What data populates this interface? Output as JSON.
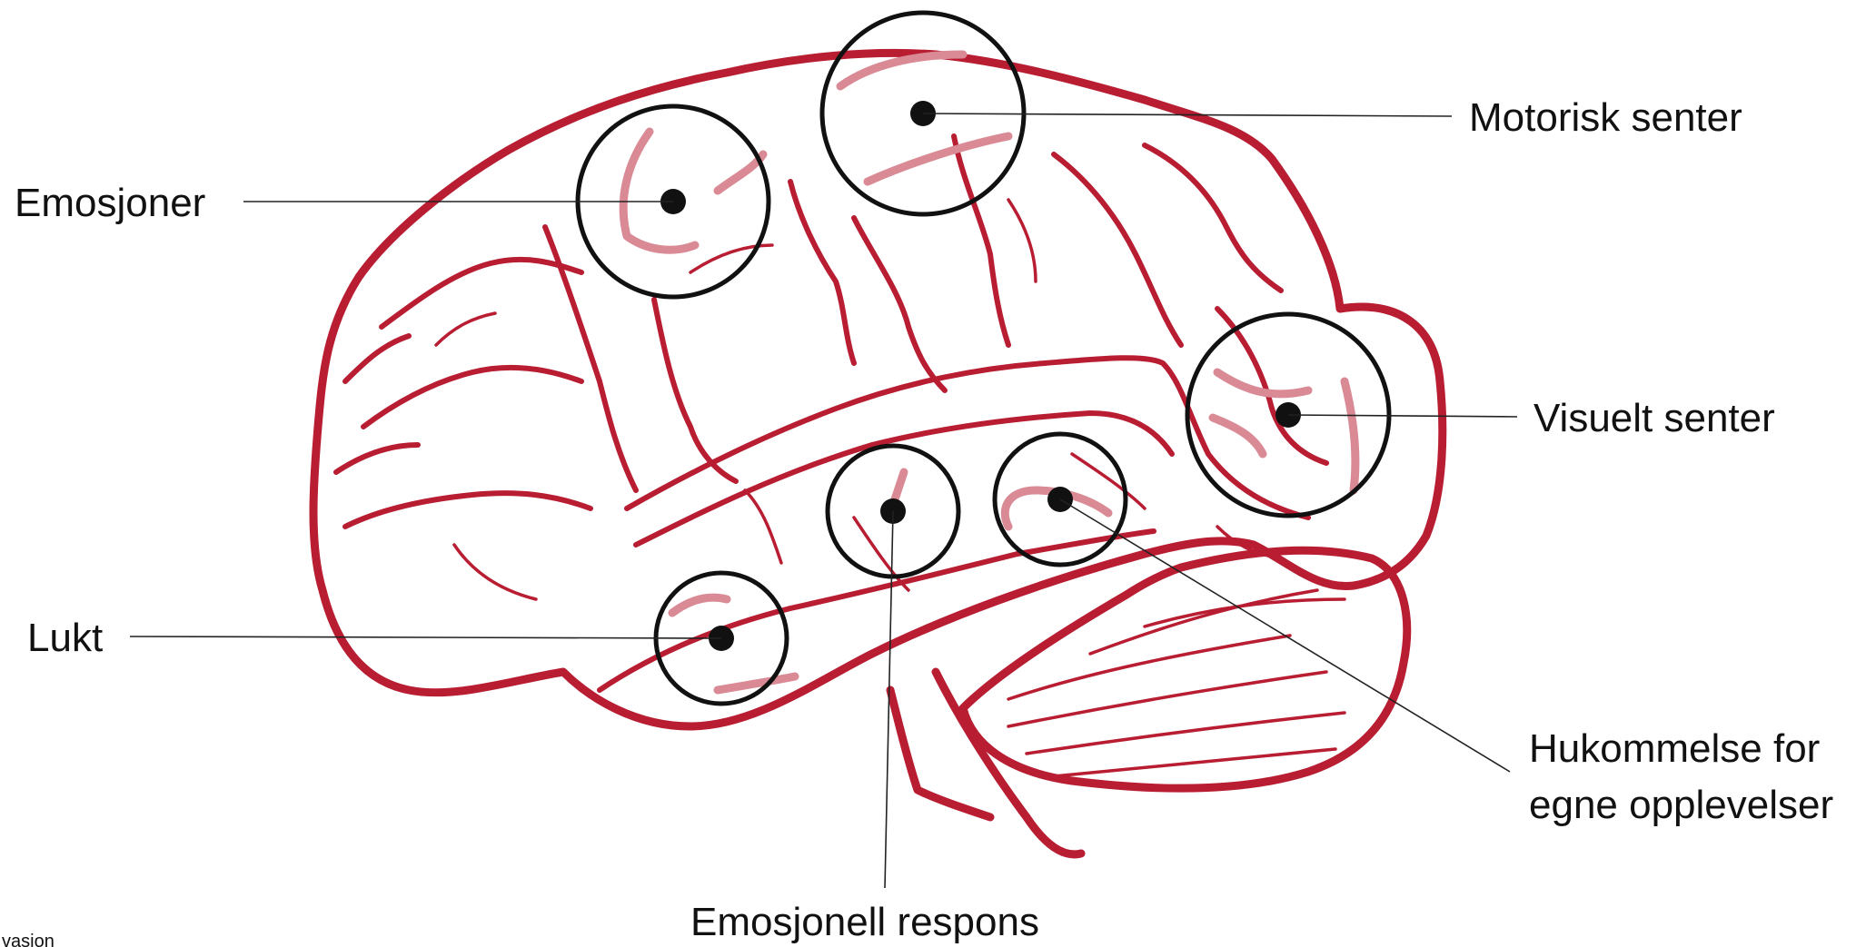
{
  "colors": {
    "brain": "#b81d32",
    "highlight": "#d98a95",
    "marker": "#111111"
  },
  "labels": {
    "motor": "Motorisk senter",
    "emotions": "Emosjoner",
    "visual": "Visuelt senter",
    "smell": "Lukt",
    "memory_line1": "Hukommelse for",
    "memory_line2": "egne opplevelser",
    "emotional_response": "Emosjonell respons",
    "credit_fragment": "vasjon"
  }
}
